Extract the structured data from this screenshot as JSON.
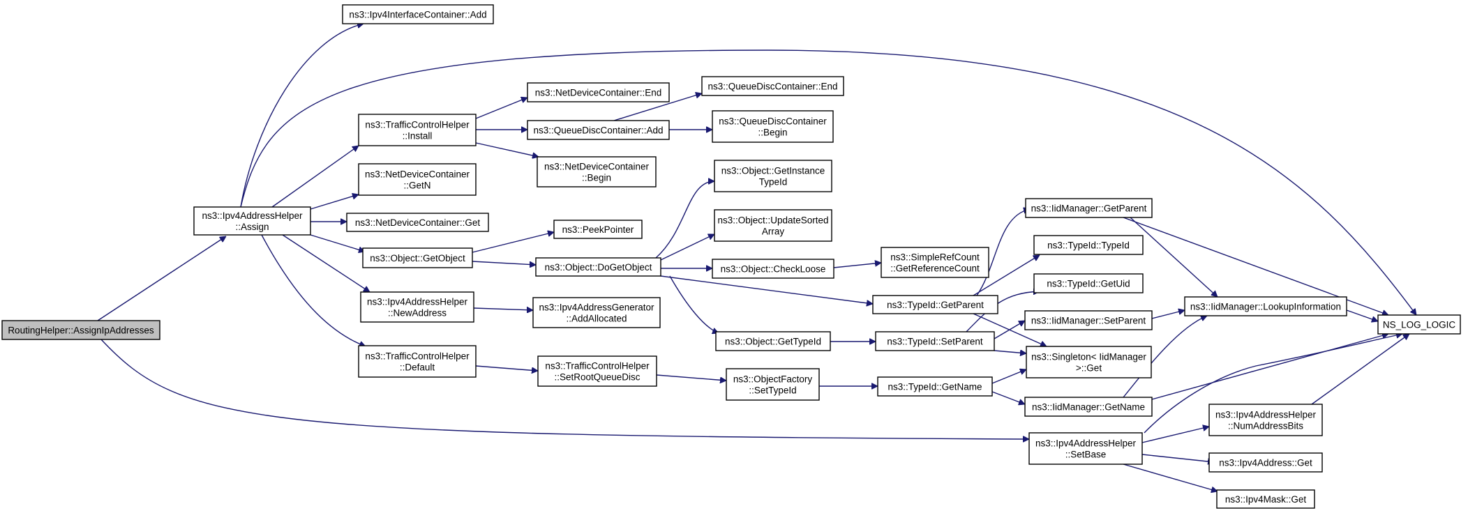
{
  "diagram": {
    "type": "call-graph",
    "edge_color": "#191970",
    "root_fill": "#bfbfbf",
    "nodes": [
      {
        "id": "root",
        "lines": [
          "RoutingHelper::AssignIpAddresses"
        ],
        "root": true
      },
      {
        "id": "assign",
        "lines": [
          "ns3::Ipv4AddressHelper",
          "::Assign"
        ]
      },
      {
        "id": "ific_add",
        "lines": [
          "ns3::Ipv4InterfaceContainer::Add"
        ]
      },
      {
        "id": "tch_install",
        "lines": [
          "ns3::TrafficControlHelper",
          "::Install"
        ]
      },
      {
        "id": "ndc_getn",
        "lines": [
          "ns3::NetDeviceContainer",
          "::GetN"
        ]
      },
      {
        "id": "ndc_get",
        "lines": [
          "ns3::NetDeviceContainer::Get"
        ]
      },
      {
        "id": "obj_getobject",
        "lines": [
          "ns3::Object::GetObject"
        ]
      },
      {
        "id": "iah_newaddress",
        "lines": [
          "ns3::Ipv4AddressHelper",
          "::NewAddress"
        ]
      },
      {
        "id": "tch_default",
        "lines": [
          "ns3::TrafficControlHelper",
          "::Default"
        ]
      },
      {
        "id": "ndc_end",
        "lines": [
          "ns3::NetDeviceContainer::End"
        ]
      },
      {
        "id": "qdc_add",
        "lines": [
          "ns3::QueueDiscContainer::Add"
        ]
      },
      {
        "id": "ndc_begin",
        "lines": [
          "ns3::NetDeviceContainer",
          "::Begin"
        ]
      },
      {
        "id": "peekpointer",
        "lines": [
          "ns3::PeekPointer"
        ]
      },
      {
        "id": "obj_dogetobject",
        "lines": [
          "ns3::Object::DoGetObject"
        ]
      },
      {
        "id": "iag_addallocated",
        "lines": [
          "ns3::Ipv4AddressGenerator",
          "::AddAllocated"
        ]
      },
      {
        "id": "tch_setroot",
        "lines": [
          "ns3::TrafficControlHelper",
          "::SetRootQueueDisc"
        ]
      },
      {
        "id": "qdc_end",
        "lines": [
          "ns3::QueueDiscContainer::End"
        ]
      },
      {
        "id": "qdc_begin",
        "lines": [
          "ns3::QueueDiscContainer",
          "::Begin"
        ]
      },
      {
        "id": "obj_getinstance",
        "lines": [
          "ns3::Object::GetInstance",
          "TypeId"
        ]
      },
      {
        "id": "obj_updatesorted",
        "lines": [
          "ns3::Object::UpdateSorted",
          "Array"
        ]
      },
      {
        "id": "obj_checkloose",
        "lines": [
          "ns3::Object::CheckLoose"
        ]
      },
      {
        "id": "obj_gettypeid",
        "lines": [
          "ns3::Object::GetTypeId"
        ]
      },
      {
        "id": "of_settypeid",
        "lines": [
          "ns3::ObjectFactory",
          "::SetTypeId"
        ]
      },
      {
        "id": "src_getref",
        "lines": [
          "ns3::SimpleRefCount",
          "::GetReferenceCount"
        ]
      },
      {
        "id": "tid_getparent",
        "lines": [
          "ns3::TypeId::GetParent"
        ]
      },
      {
        "id": "tid_setparent",
        "lines": [
          "ns3::TypeId::SetParent"
        ]
      },
      {
        "id": "tid_getname",
        "lines": [
          "ns3::TypeId::GetName"
        ]
      },
      {
        "id": "iah_setbase",
        "lines": [
          "ns3::Ipv4AddressHelper",
          "::SetBase"
        ]
      },
      {
        "id": "iim_getparent",
        "lines": [
          "ns3::IidManager::GetParent"
        ]
      },
      {
        "id": "tid_typeid",
        "lines": [
          "ns3::TypeId::TypeId"
        ]
      },
      {
        "id": "tid_getuid",
        "lines": [
          "ns3::TypeId::GetUid"
        ]
      },
      {
        "id": "iim_setparent",
        "lines": [
          "ns3::IidManager::SetParent"
        ]
      },
      {
        "id": "singleton_get",
        "lines": [
          "ns3::Singleton< IidManager",
          ">::Get"
        ]
      },
      {
        "id": "iim_getname",
        "lines": [
          "ns3::IidManager::GetName"
        ]
      },
      {
        "id": "iah_numaddressbits",
        "lines": [
          "ns3::Ipv4AddressHelper",
          "::NumAddressBits"
        ]
      },
      {
        "id": "ipv4address_get",
        "lines": [
          "ns3::Ipv4Address::Get"
        ]
      },
      {
        "id": "ipv4mask_get",
        "lines": [
          "ns3::Ipv4Mask::Get"
        ]
      },
      {
        "id": "iim_lookup",
        "lines": [
          "ns3::IidManager::LookupInformation"
        ]
      },
      {
        "id": "ns_log_logic",
        "lines": [
          "NS_LOG_LOGIC"
        ]
      }
    ],
    "edges": [
      [
        "root",
        "assign"
      ],
      [
        "root",
        "iah_setbase"
      ],
      [
        "assign",
        "ific_add"
      ],
      [
        "assign",
        "ns_log_logic"
      ],
      [
        "assign",
        "tch_install"
      ],
      [
        "assign",
        "ndc_getn"
      ],
      [
        "assign",
        "ndc_get"
      ],
      [
        "assign",
        "obj_getobject"
      ],
      [
        "assign",
        "iah_newaddress"
      ],
      [
        "assign",
        "tch_default"
      ],
      [
        "tch_install",
        "ndc_end"
      ],
      [
        "tch_install",
        "qdc_add"
      ],
      [
        "tch_install",
        "ndc_begin"
      ],
      [
        "qdc_add",
        "qdc_end"
      ],
      [
        "qdc_add",
        "qdc_begin"
      ],
      [
        "obj_getobject",
        "peekpointer"
      ],
      [
        "obj_getobject",
        "obj_dogetobject"
      ],
      [
        "obj_dogetobject",
        "obj_getinstance"
      ],
      [
        "obj_dogetobject",
        "obj_updatesorted"
      ],
      [
        "obj_dogetobject",
        "obj_checkloose"
      ],
      [
        "obj_dogetobject",
        "tid_getparent"
      ],
      [
        "obj_dogetobject",
        "obj_gettypeid"
      ],
      [
        "obj_checkloose",
        "src_getref"
      ],
      [
        "obj_gettypeid",
        "tid_setparent"
      ],
      [
        "iah_newaddress",
        "iag_addallocated"
      ],
      [
        "tch_default",
        "tch_setroot"
      ],
      [
        "tch_setroot",
        "of_settypeid"
      ],
      [
        "of_settypeid",
        "tid_getname"
      ],
      [
        "tid_getparent",
        "iim_getparent"
      ],
      [
        "tid_getparent",
        "tid_typeid"
      ],
      [
        "tid_getparent",
        "singleton_get"
      ],
      [
        "tid_setparent",
        "tid_getuid"
      ],
      [
        "tid_setparent",
        "iim_setparent"
      ],
      [
        "tid_setparent",
        "singleton_get"
      ],
      [
        "tid_getname",
        "singleton_get"
      ],
      [
        "tid_getname",
        "iim_getname"
      ],
      [
        "iim_getparent",
        "iim_lookup"
      ],
      [
        "iim_getparent",
        "ns_log_logic"
      ],
      [
        "iim_setparent",
        "iim_lookup"
      ],
      [
        "iim_getname",
        "iim_lookup"
      ],
      [
        "iim_getname",
        "ns_log_logic"
      ],
      [
        "iim_lookup",
        "ns_log_logic"
      ],
      [
        "iah_setbase",
        "ns_log_logic"
      ],
      [
        "iah_setbase",
        "iah_numaddressbits"
      ],
      [
        "iah_setbase",
        "ipv4address_get"
      ],
      [
        "iah_setbase",
        "ipv4mask_get"
      ],
      [
        "iah_numaddressbits",
        "ns_log_logic"
      ]
    ]
  }
}
